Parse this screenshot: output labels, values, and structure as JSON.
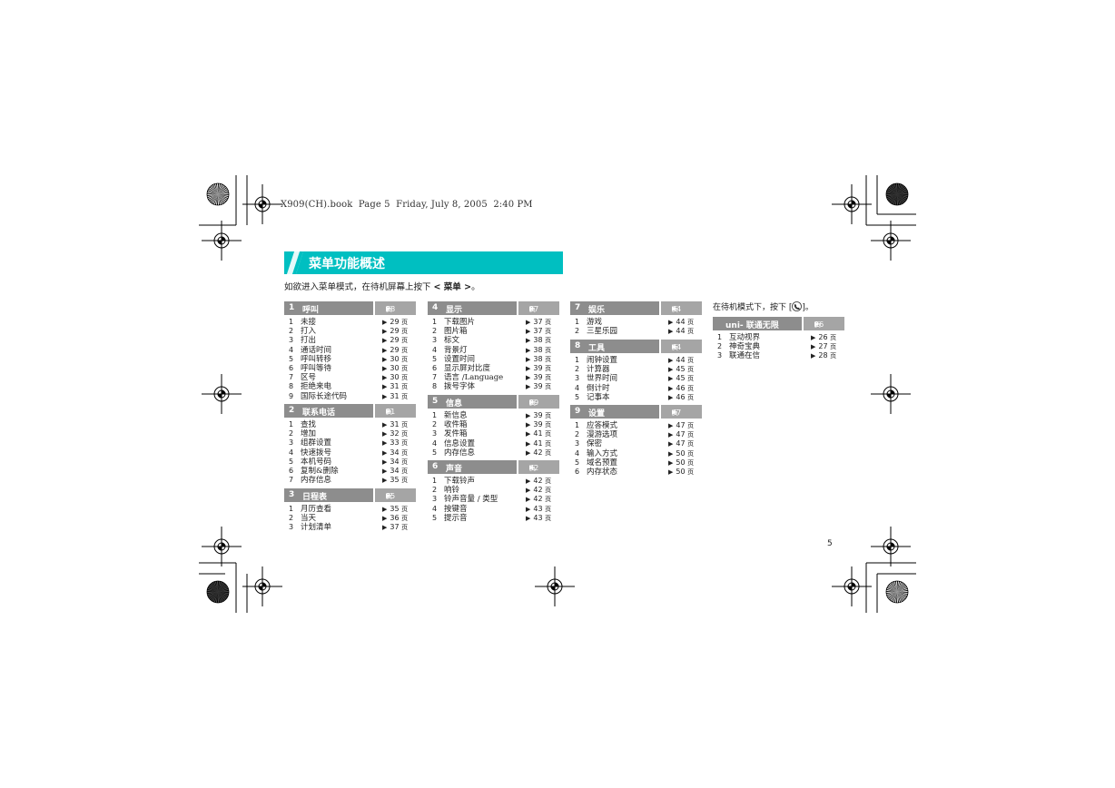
{
  "file_header": "X909(CH).book  Page 5  Friday, July 8, 2005  2:40 PM",
  "title": "菜单功能概述",
  "intro": {
    "prefix": "如欲进入菜单模式，在待机屏幕上按下 ",
    "key": "< 菜单 >",
    "suffix": "。"
  },
  "note": {
    "prefix": "在待机模式下，按下 [",
    "suffix": "]。",
    "key_icon": "phone-key-icon"
  },
  "page_number": "5",
  "page_unit": "页",
  "menus": [
    {
      "num": "1",
      "title": "呼叫",
      "page": "28",
      "items": [
        {
          "num": "1",
          "label": "未接",
          "page": "29"
        },
        {
          "num": "2",
          "label": "打入",
          "page": "29"
        },
        {
          "num": "3",
          "label": "打出",
          "page": "29"
        },
        {
          "num": "4",
          "label": "通话时间",
          "page": "29"
        },
        {
          "num": "5",
          "label": "呼叫转移",
          "page": "30"
        },
        {
          "num": "6",
          "label": "呼叫等待",
          "page": "30"
        },
        {
          "num": "7",
          "label": "区号",
          "page": "30"
        },
        {
          "num": "8",
          "label": "拒绝来电",
          "page": "31"
        },
        {
          "num": "9",
          "label": "国际长途代码",
          "page": "31"
        }
      ]
    },
    {
      "num": "2",
      "title": "联系电话",
      "page": "31",
      "items": [
        {
          "num": "1",
          "label": "查找",
          "page": "31"
        },
        {
          "num": "2",
          "label": "增加",
          "page": "32"
        },
        {
          "num": "3",
          "label": "组群设置",
          "page": "33"
        },
        {
          "num": "4",
          "label": "快速拨号",
          "page": "34"
        },
        {
          "num": "5",
          "label": "本机号码",
          "page": "34"
        },
        {
          "num": "6",
          "label": "复制&删除",
          "page": "34"
        },
        {
          "num": "7",
          "label": "内存信息",
          "page": "35"
        }
      ]
    },
    {
      "num": "3",
      "title": "日程表",
      "page": "35",
      "items": [
        {
          "num": "1",
          "label": "月历查看",
          "page": "35"
        },
        {
          "num": "2",
          "label": "当天",
          "page": "36"
        },
        {
          "num": "3",
          "label": "计划清单",
          "page": "37"
        }
      ]
    },
    {
      "num": "4",
      "title": "显示",
      "page": "37",
      "items": [
        {
          "num": "1",
          "label": "下载图片",
          "page": "37"
        },
        {
          "num": "2",
          "label": "图片箱",
          "page": "37"
        },
        {
          "num": "3",
          "label": "标文",
          "page": "38"
        },
        {
          "num": "4",
          "label": "背景灯",
          "page": "38"
        },
        {
          "num": "5",
          "label": "设置时间",
          "page": "38"
        },
        {
          "num": "6",
          "label": "显示屏对比度",
          "page": "39"
        },
        {
          "num": "7",
          "label": "语言 /Language",
          "page": "39"
        },
        {
          "num": "8",
          "label": "拨号字体",
          "page": "39"
        }
      ]
    },
    {
      "num": "5",
      "title": "信息",
      "page": "39",
      "items": [
        {
          "num": "1",
          "label": "新信息",
          "page": "39"
        },
        {
          "num": "2",
          "label": "收件箱",
          "page": "39"
        },
        {
          "num": "3",
          "label": "发件箱",
          "page": "41"
        },
        {
          "num": "4",
          "label": "信息设置",
          "page": "41"
        },
        {
          "num": "5",
          "label": "内存信息",
          "page": "42"
        }
      ]
    },
    {
      "num": "6",
      "title": "声音",
      "page": "42",
      "items": [
        {
          "num": "1",
          "label": "下载铃声",
          "page": "42"
        },
        {
          "num": "2",
          "label": "响铃",
          "page": "42"
        },
        {
          "num": "3",
          "label": "铃声音量 / 类型",
          "page": "42"
        },
        {
          "num": "4",
          "label": "按键音",
          "page": "43"
        },
        {
          "num": "5",
          "label": "提示音",
          "page": "43"
        }
      ]
    },
    {
      "num": "7",
      "title": "娱乐",
      "page": "44",
      "items": [
        {
          "num": "1",
          "label": "游戏",
          "page": "44"
        },
        {
          "num": "2",
          "label": "三星乐园",
          "page": "44"
        }
      ]
    },
    {
      "num": "8",
      "title": "工具",
      "page": "44",
      "items": [
        {
          "num": "1",
          "label": "闹钟设置",
          "page": "44"
        },
        {
          "num": "2",
          "label": "计算器",
          "page": "45"
        },
        {
          "num": "3",
          "label": "世界时间",
          "page": "45"
        },
        {
          "num": "4",
          "label": "倒计时",
          "page": "46"
        },
        {
          "num": "5",
          "label": "记事本",
          "page": "46"
        }
      ]
    },
    {
      "num": "9",
      "title": "设置",
      "page": "47",
      "items": [
        {
          "num": "1",
          "label": "应答模式",
          "page": "47"
        },
        {
          "num": "2",
          "label": "漫游选项",
          "page": "47"
        },
        {
          "num": "3",
          "label": "保密",
          "page": "47"
        },
        {
          "num": "4",
          "label": "输入方式",
          "page": "50"
        },
        {
          "num": "5",
          "label": "域名预置",
          "page": "50"
        },
        {
          "num": "6",
          "label": "内存状态",
          "page": "50"
        }
      ]
    },
    {
      "num": "",
      "title": "uni- 联通无限",
      "page": "26",
      "items": [
        {
          "num": "1",
          "label": "互动视界",
          "page": "26"
        },
        {
          "num": "2",
          "label": "神奇宝典",
          "page": "27"
        },
        {
          "num": "3",
          "label": "联通在信",
          "page": "28"
        }
      ]
    }
  ]
}
